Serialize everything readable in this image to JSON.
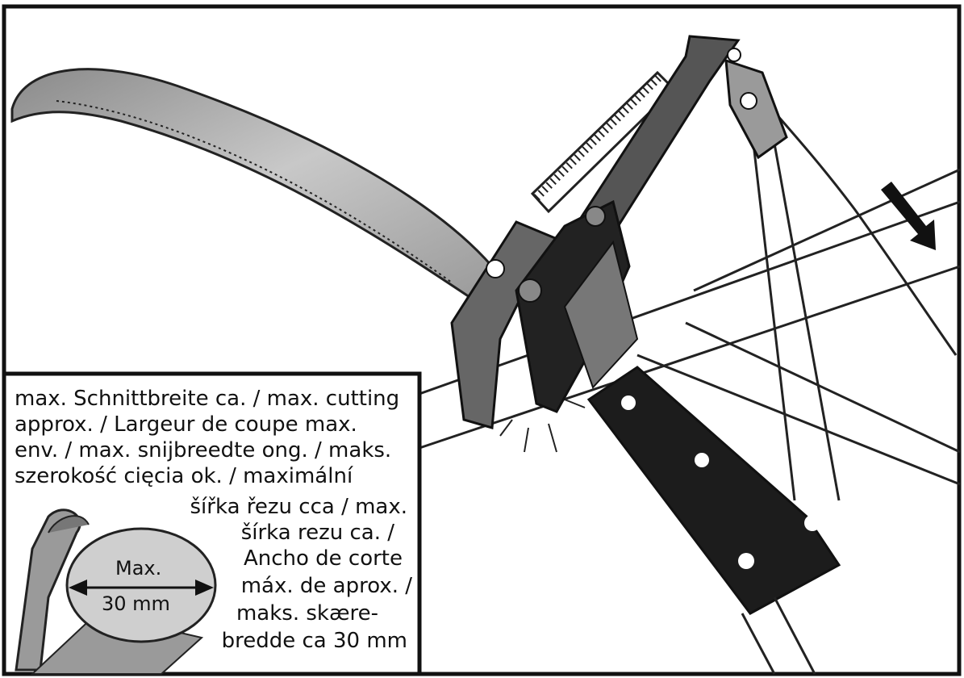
{
  "colors": {
    "ink": "#1a1a1a",
    "blade_gray": "#a9a9a9",
    "mechanism_dark": "#555555",
    "log_gray": "#cfcfcf",
    "paper": "#ffffff"
  },
  "callout": {
    "lines": [
      "max. Schnittbreite ca. / max. cutting",
      "approx. / Largeur de coupe max.",
      "env. / max. snijbreedte ong. / maks.",
      "szerokość cięcia ok. / maximální",
      "šířka řezu cca / max.",
      "šírka rezu ca.  /",
      "Ancho de corte",
      "máx. de aprox. /",
      "maks. skære-",
      "bredde ca 30 mm"
    ],
    "diameter_label": "Max.",
    "diameter_value": "30 mm"
  },
  "icons": [
    "pull-direction-arrow-icon",
    "dimension-arrow-icon"
  ]
}
